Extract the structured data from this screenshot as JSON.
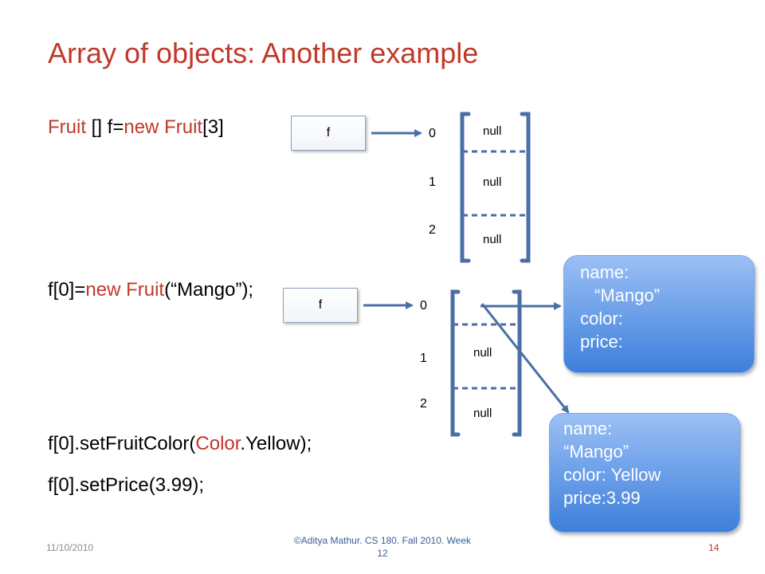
{
  "slide": {
    "title": "Array of objects: Another example",
    "code": {
      "line1": {
        "type": "Fruit",
        "mid": " [] f=",
        "new_kw": "new",
        "type2": "Fruit",
        "tail": "[3]"
      },
      "line2": {
        "head": "f[0]=",
        "new_kw": "new",
        "type": "Fruit",
        "tail": "(“Mango”);"
      },
      "line3": {
        "head": "f[0].setFruitColor(",
        "color_kw": "Color",
        "tail": ".Yellow);"
      },
      "line4": "f[0].setPrice(3.99);"
    },
    "diagram1": {
      "ref_label": "f",
      "indices": [
        "0",
        "1",
        "2"
      ],
      "cells": [
        "null",
        "null",
        "null"
      ]
    },
    "diagram2": {
      "ref_label": "f",
      "indices": [
        "0",
        "1",
        "2"
      ],
      "cells": [
        "",
        "null",
        "null"
      ],
      "object1": {
        "lines": [
          "name:",
          "“Mango”",
          "color:",
          "price:"
        ]
      },
      "object2": {
        "lines": [
          "name:",
          "“Mango”",
          "color: Yellow",
          "price:3.99"
        ]
      }
    },
    "footer": {
      "date": "11/10/2010",
      "credit_line1": "©Aditya Mathur. CS 180. Fall 2010. Week",
      "credit_line2": "12",
      "page_number": "14"
    },
    "colors": {
      "title": "#c0392b",
      "keyword": "#c0392b",
      "bracket": "#4a6fa5",
      "arrow": "#4a6fa5",
      "object_fill": "#3d7fdc"
    }
  }
}
